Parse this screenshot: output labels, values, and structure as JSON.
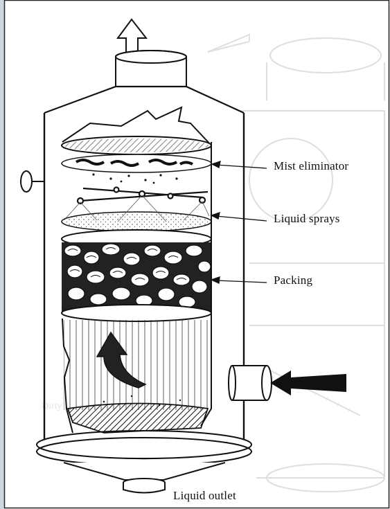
{
  "diagram": {
    "labels": {
      "mist_eliminator": "Mist eliminator",
      "liquid_sprays": "Liquid sprays",
      "packing": "Packing",
      "liquid_outlet": "Liquid outlet"
    },
    "colors": {
      "ink": "#111111",
      "paper": "#ffffff",
      "ghost": "#dcdcdc",
      "left_strip": "#cfd6e3"
    }
  }
}
